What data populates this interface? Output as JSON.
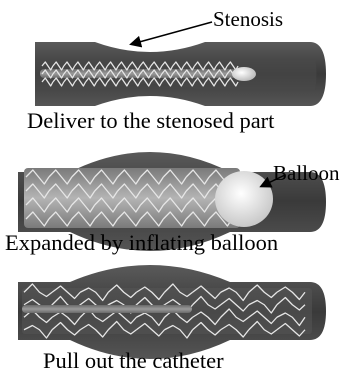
{
  "panels": [
    {
      "caption": "Deliver to the stenosed part",
      "callout": "Stenosis"
    },
    {
      "caption": "Expanded by inflating balloon",
      "callout": "Balloon"
    },
    {
      "caption": "Pull out the catheter"
    }
  ],
  "colors": {
    "vessel_dark": "#3c3c3c",
    "vessel_mid": "#6e6e6e",
    "lumen": "#8a8a8a",
    "stent_wire": "#e6e6e6",
    "balloon_body": "#9a9a9a",
    "balloon_tip": "#f2f2f2",
    "text": "#000000"
  }
}
